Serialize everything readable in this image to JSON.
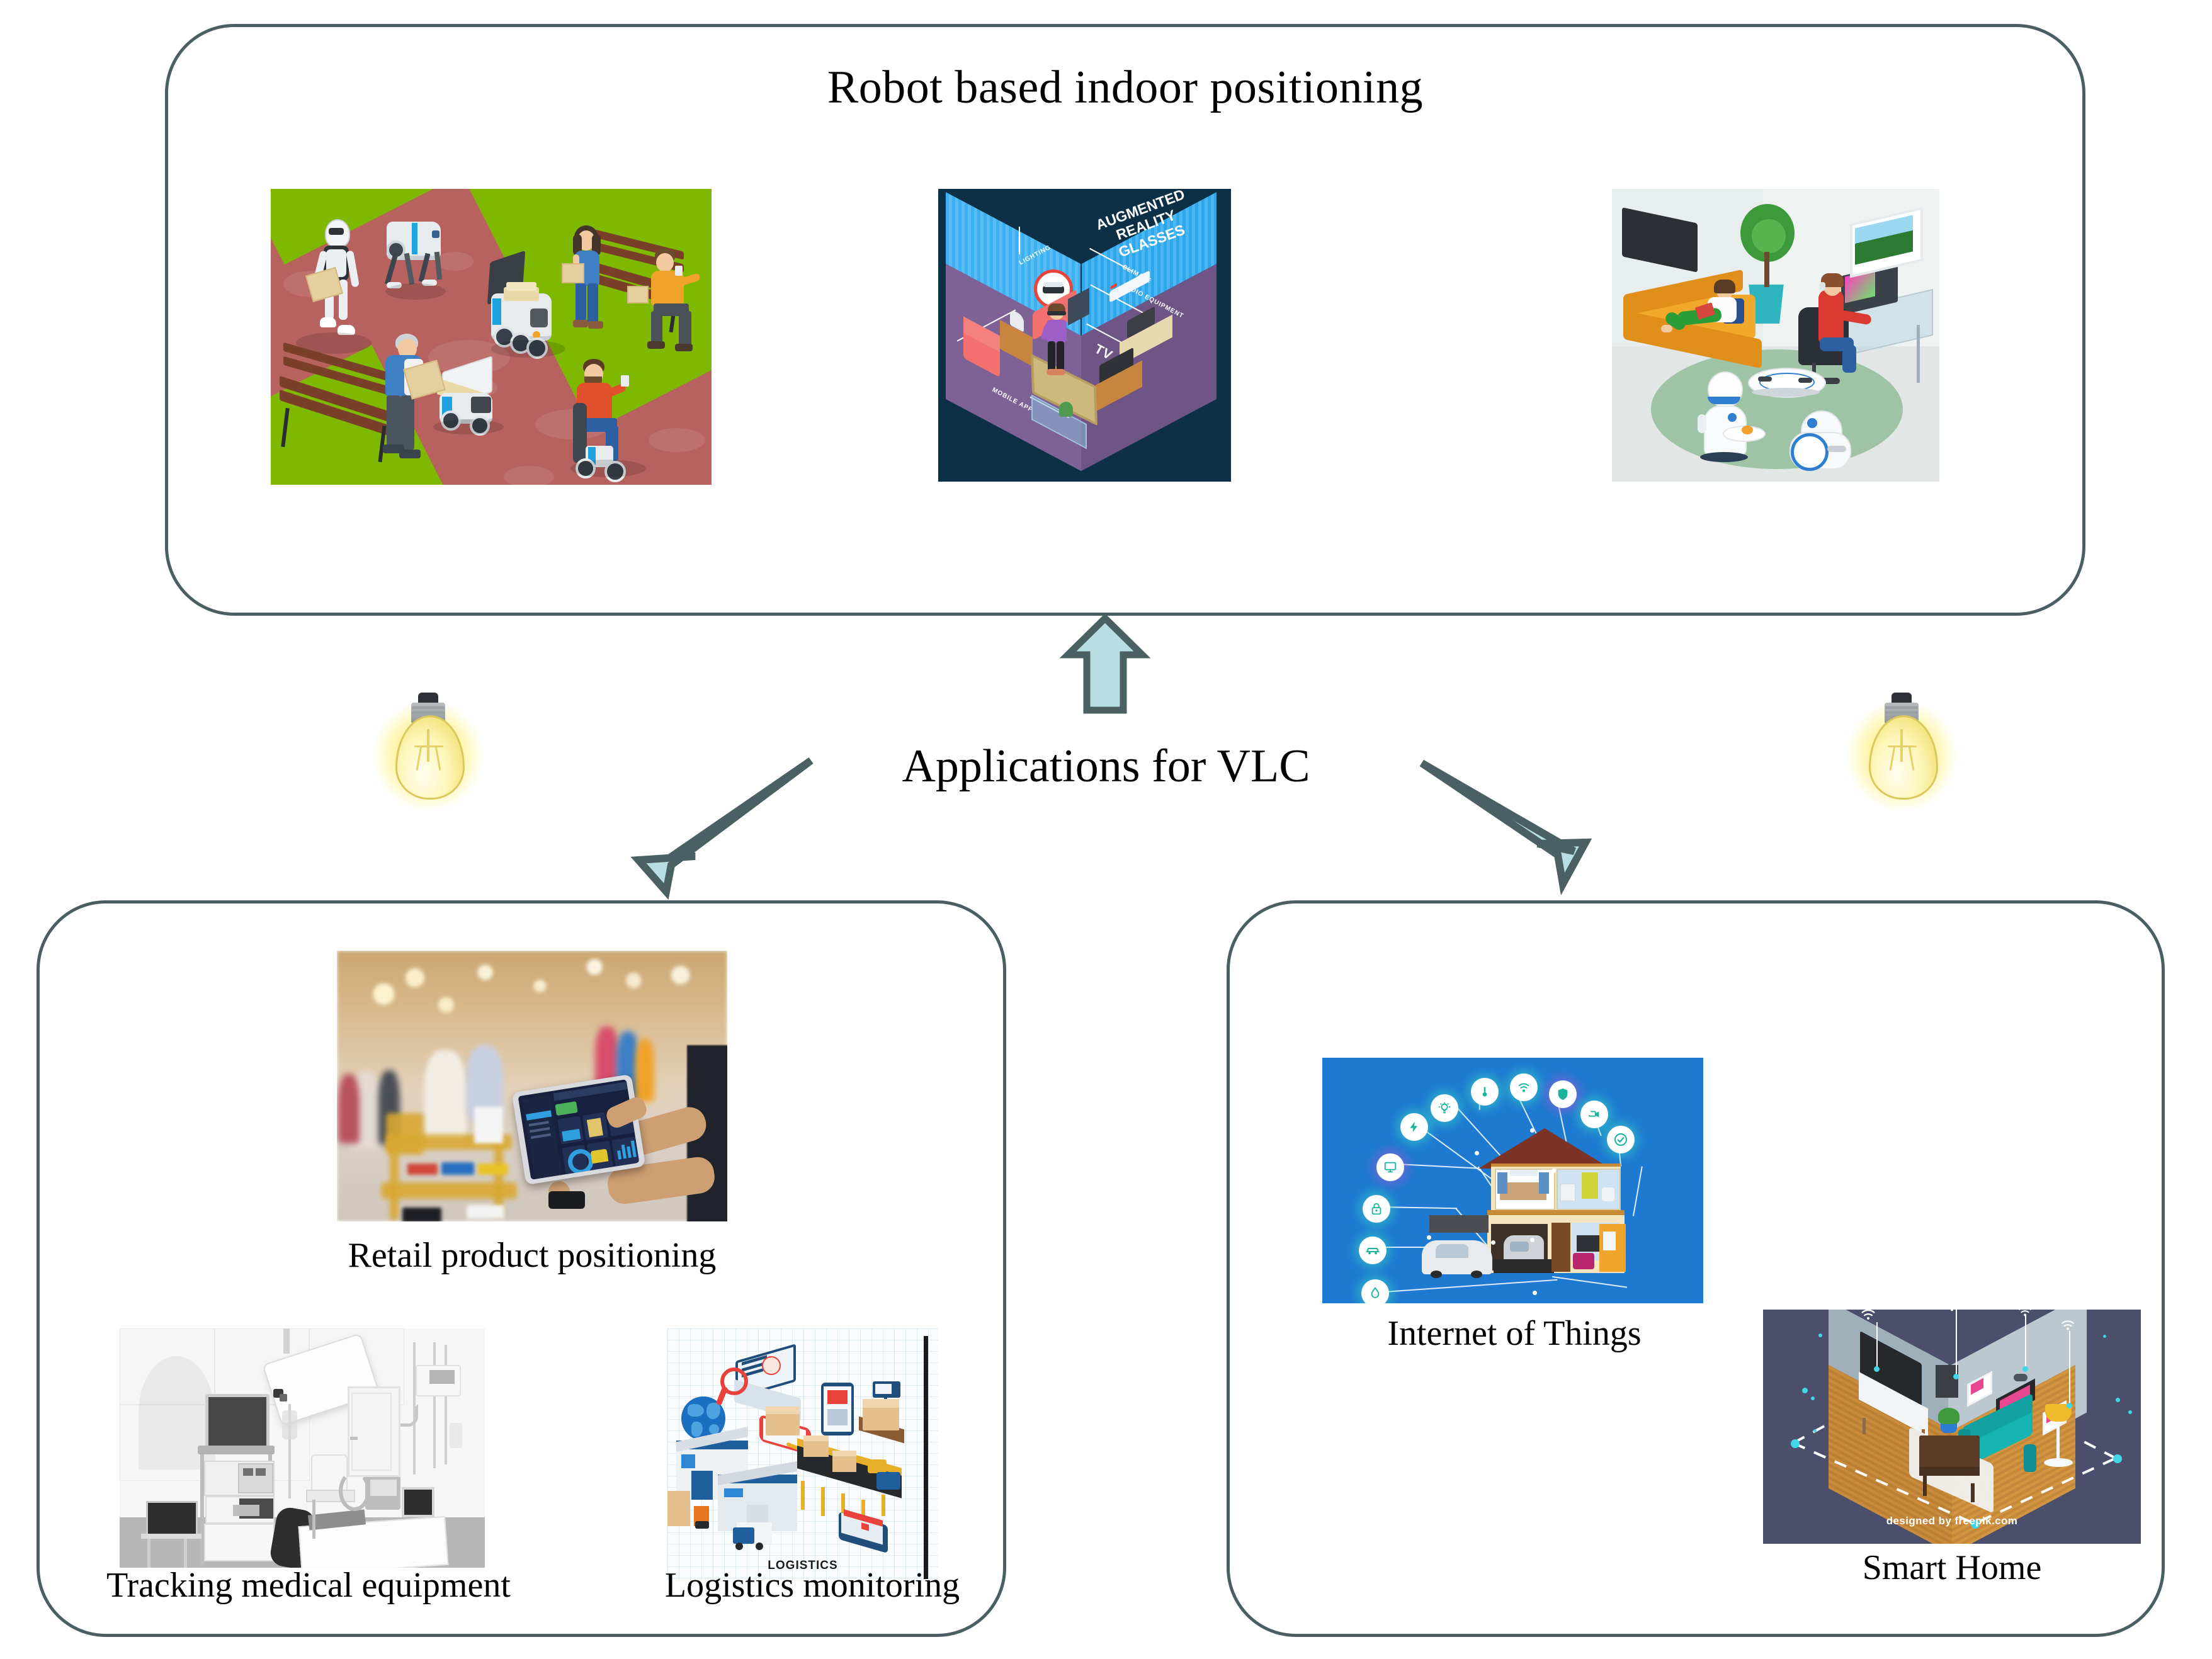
{
  "diagram": {
    "center_title": "Applications for VLC",
    "accent_outline": "#4b5f62",
    "arrow_fill": "#b8dde3",
    "arrow_outline": "#4b6063"
  },
  "panels": {
    "top": {
      "title": "Robot based indoor positioning",
      "images": [
        {
          "name": "robot-delivery-scene",
          "alt": "Isometric scene of delivery robots, humanoid robot and people in a park"
        },
        {
          "name": "augmented-reality-glasses-room",
          "alt": "Isometric living room controlled by augmented reality glasses"
        },
        {
          "name": "home-service-robots-room",
          "alt": "Isometric living room with service robots, vacuum robot, woman reading and man at desk"
        }
      ],
      "ar_graphic": {
        "title_line1": "AUGMENTED REALITY",
        "title_line2": "GLASSES",
        "labels": [
          "LIGHTING",
          "CLIMATE",
          "AUDIO EQUIPMENT",
          "TV",
          "MOBILE APP"
        ]
      }
    },
    "left": {
      "items": [
        {
          "name": "retail-product-positioning",
          "caption": "Retail product positioning"
        },
        {
          "name": "tracking-medical-equipment",
          "caption": "Tracking medical equipment"
        },
        {
          "name": "logistics-monitoring",
          "caption": "Logistics monitoring"
        }
      ],
      "logistics_graphic_label": "LOGISTICS"
    },
    "right": {
      "items": [
        {
          "name": "internet-of-things",
          "caption": "Internet of Things"
        },
        {
          "name": "smart-home",
          "caption": "Smart Home"
        }
      ],
      "smart_home_credit": "designed by  freepik.com"
    }
  },
  "bulbs": [
    {
      "name": "light-bulb-left"
    },
    {
      "name": "light-bulb-right"
    }
  ],
  "arrows": [
    {
      "name": "arrow-up-to-robot-panel",
      "direction": "up"
    },
    {
      "name": "arrow-down-left-to-left-panel",
      "direction": "down-left"
    },
    {
      "name": "arrow-down-right-to-right-panel",
      "direction": "down-right"
    }
  ]
}
